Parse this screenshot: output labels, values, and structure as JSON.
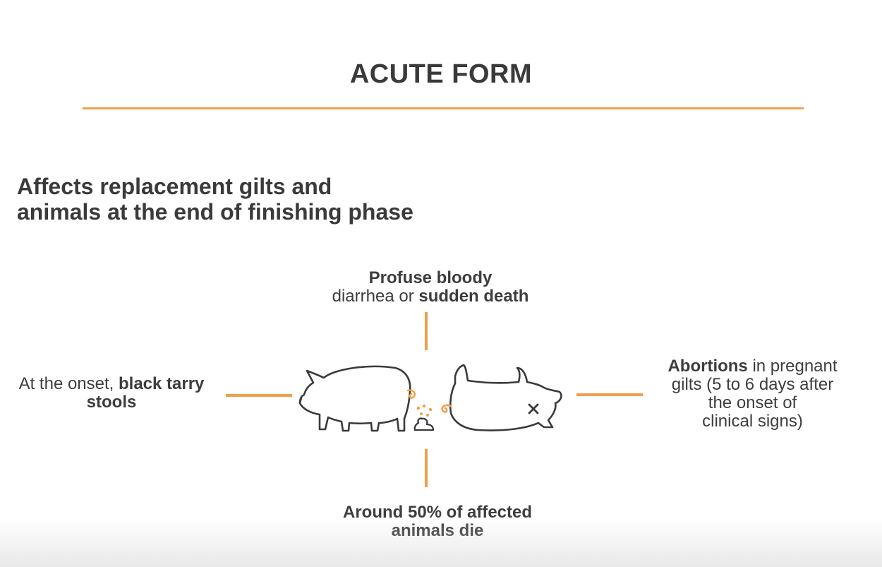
{
  "title": "ACUTE FORM",
  "subtitle": {
    "line1": "Affects replacement gilts and",
    "line2": "animals at the end of finishing phase"
  },
  "callouts": {
    "top": {
      "line1_bold": "Profuse bloody",
      "line2_regular": "diarrhea or ",
      "line2_bold": "sudden death"
    },
    "left": {
      "line1_regular": "At the onset, ",
      "line1_bold": "black tarry",
      "line2_bold": "stools"
    },
    "right": {
      "line1_bold": "Abortions",
      "line1_regular": " in pregnant",
      "line2": "gilts (5 to 6 days after",
      "line3": "the onset of",
      "line4": "clinical signs)"
    },
    "bottom": {
      "line1": "Around 50% of affected",
      "line2": "animals die"
    }
  },
  "icons": {
    "standing_pig": "standing-pig-icon",
    "dead_pig": "dead-pig-icon",
    "stool": "stool-icon",
    "dead_eye": "x-eye-icon"
  },
  "colors": {
    "accent": "#f0a04b",
    "text": "#3d3d3d",
    "outline": "#3a3a3a",
    "background": "#ffffff"
  }
}
